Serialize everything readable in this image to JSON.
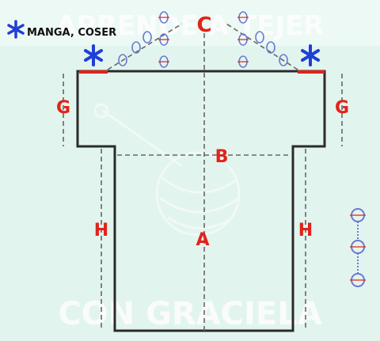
{
  "legend": {
    "text": "MANGA, COSER"
  },
  "watermark": {
    "top": "APRENDE A TEJER",
    "bottom": "CON GRACIELA"
  },
  "labels": {
    "A": "A",
    "B": "B",
    "C": "C",
    "G_left": "G",
    "G_right": "G",
    "H_left": "H",
    "H_right": "H"
  },
  "colors": {
    "outline": "#2b2b2b",
    "label": "#e2231a",
    "asterisk": "#1f3fd6",
    "seam": "#e2231a",
    "background": "#e2f4ee"
  }
}
